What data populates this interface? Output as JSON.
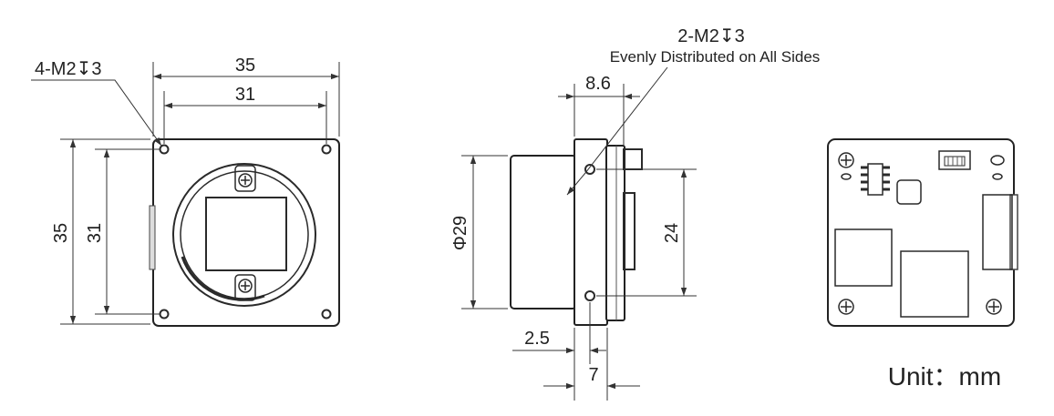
{
  "front_view": {
    "hole_callout": "4-M2↧3",
    "width_outer": "35",
    "width_inner": "31",
    "height_outer": "35",
    "height_inner": "31"
  },
  "side_view": {
    "hole_callout": "2-M2↧3",
    "hole_note": "Evenly Distributed on All Sides",
    "depth_top": "8.6",
    "diameter": "Φ29",
    "hole_spacing": "24",
    "flange_offset": "2.5",
    "hole_depth": "7"
  },
  "back_view": {
    "unit_label": "Unit：mm"
  }
}
